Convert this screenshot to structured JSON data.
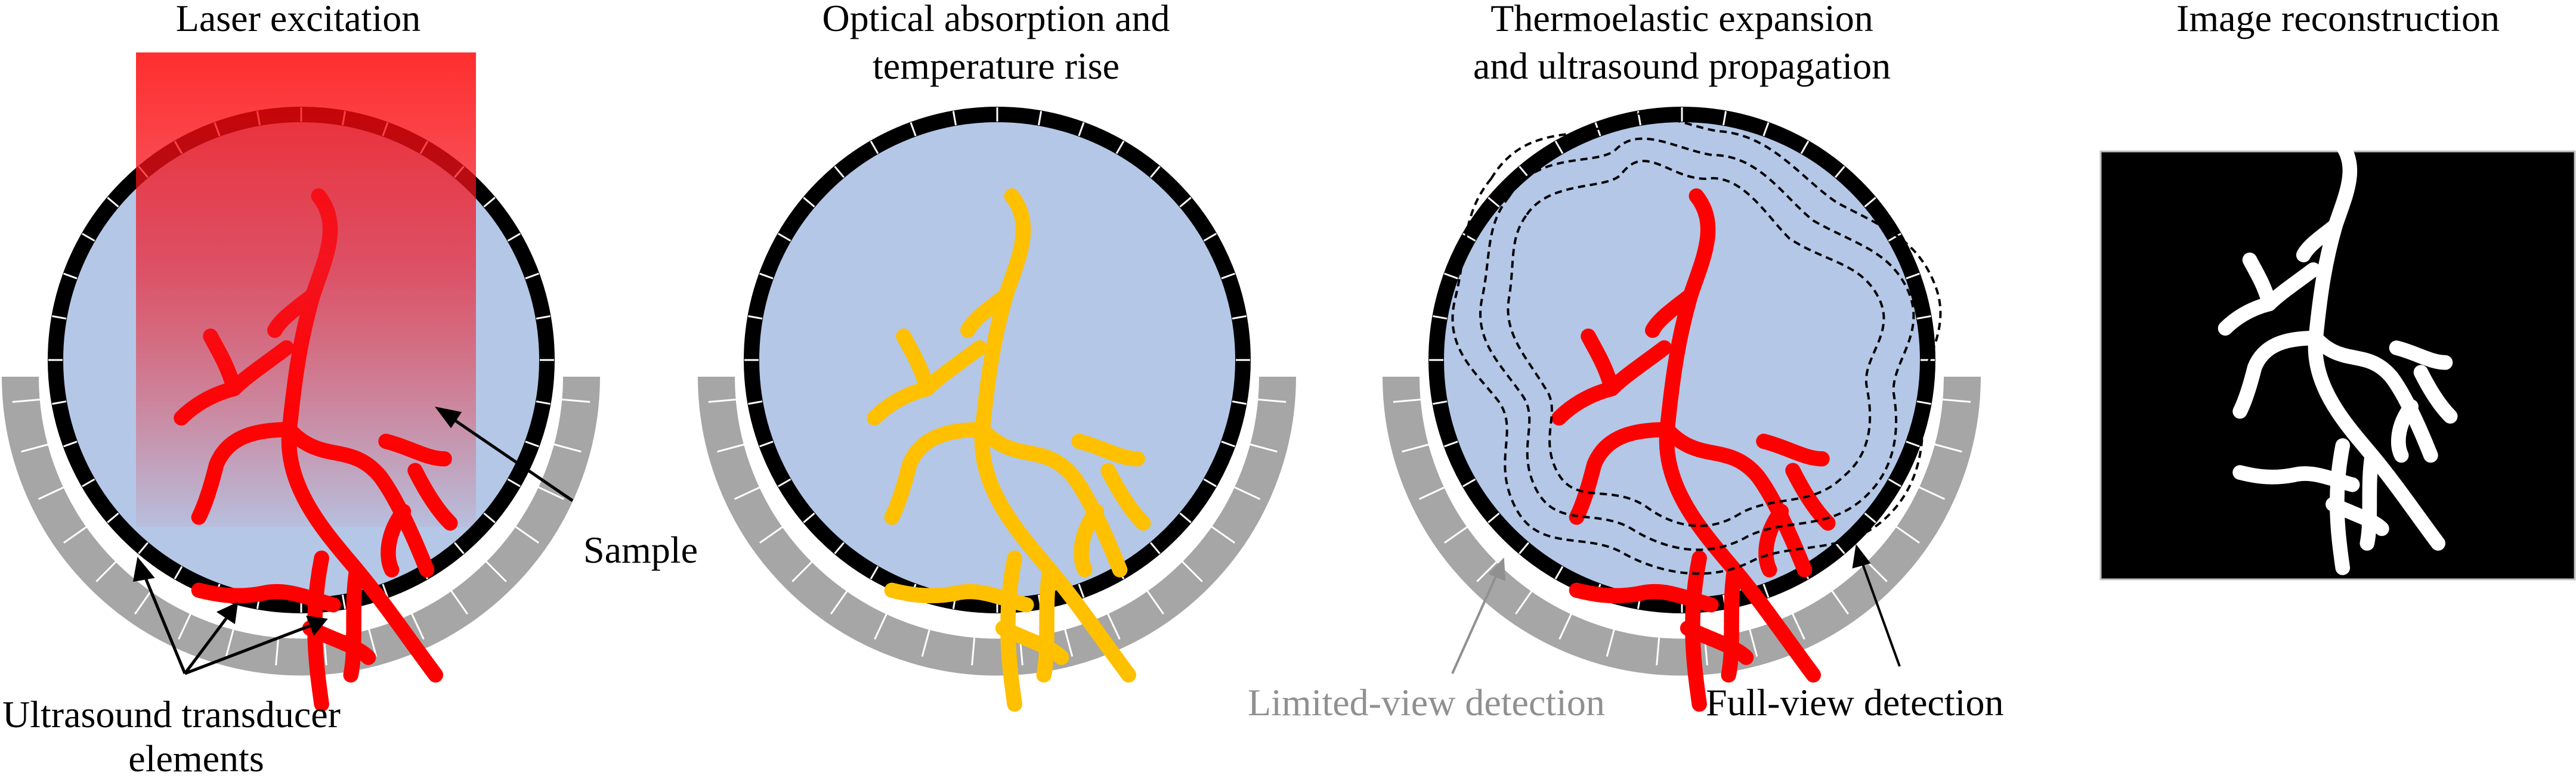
{
  "panels": {
    "laser": {
      "title": "Laser excitation"
    },
    "absorption": {
      "title_line1": "Optical absorption and",
      "title_line2": "temperature rise"
    },
    "thermo": {
      "title_line1": "Thermoelastic expansion",
      "title_line2": "and ultrasound propagation"
    },
    "recon": {
      "title": "Image reconstruction"
    }
  },
  "annotations": {
    "sample": "Sample",
    "transducer_line1": "Ultrasound transducer",
    "transducer_line2": "elements",
    "limited_view": "Limited-view detection",
    "full_view": "Full-view detection"
  },
  "colors": {
    "sample_fill": "#b4c7e7",
    "ring": "#000000",
    "limited_elements": "#a6a6a6",
    "vessel_excited": "#ff0000",
    "vessel_heated": "#ffc000",
    "vessel_reconstructed": "#ffffff",
    "laser_top": "#ff0000",
    "limited_label": "#909090"
  },
  "icons": {
    "laser_beam": "laser-beam-icon",
    "vessel": "vasculature-icon",
    "wavefront": "ultrasound-wavefront-icon"
  }
}
